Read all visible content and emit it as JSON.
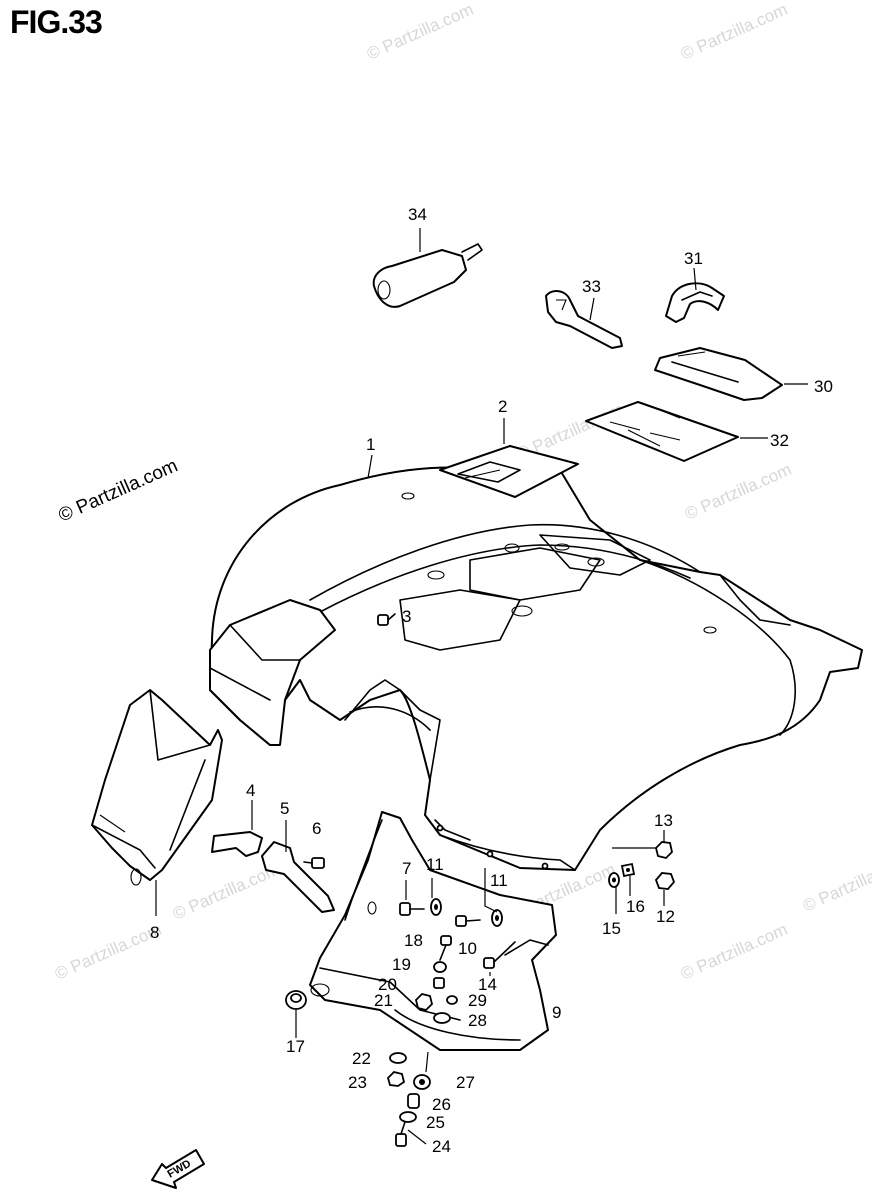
{
  "figure": {
    "title": "FIG.33"
  },
  "watermarks": {
    "main": "© Partzilla.com",
    "faint": [
      "© Partzilla.com",
      "© Partzilla.com",
      "© Partzilla.com",
      "© Partzilla.com",
      "© Partzilla.com",
      "© Partzilla.com",
      "© Partzilla.com",
      "© Partzilla.com",
      "© Partzilla.com",
      "© Partzilla.com",
      "© Partzilla.com"
    ]
  },
  "fwd_label": "FWD",
  "callouts": [
    "1",
    "2",
    "3",
    "4",
    "5",
    "6",
    "7",
    "8",
    "9",
    "10",
    "11",
    "11",
    "12",
    "13",
    "14",
    "15",
    "16",
    "17",
    "18",
    "19",
    "20",
    "21",
    "22",
    "23",
    "24",
    "25",
    "26",
    "27",
    "28",
    "29",
    "30",
    "31",
    "32",
    "33",
    "34"
  ]
}
